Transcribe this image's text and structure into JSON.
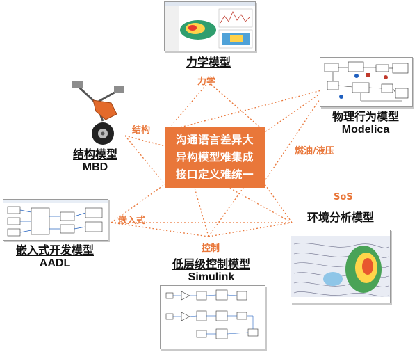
{
  "center": {
    "lines": [
      "沟通语言差异大",
      "异构模型难集成",
      "接口定义难统一"
    ]
  },
  "models": {
    "mechanics": {
      "zh": "力学模型"
    },
    "physical": {
      "zh": "物理行为模型",
      "en": "Modelica"
    },
    "structural": {
      "zh": "结构模型",
      "en": "MBD"
    },
    "embedded": {
      "zh": "嵌入式开发模型",
      "en": "AADL"
    },
    "control": {
      "zh": "低层级控制模型",
      "en": "Simulink"
    },
    "environment": {
      "zh": "环境分析模型"
    }
  },
  "edges": {
    "mechanics": "力学",
    "structural": "结构",
    "fuel": "燃油/液压",
    "sos": "SoS",
    "embedded": "嵌入式",
    "control": "控制"
  },
  "colors": {
    "accent": "#e9773a",
    "link": "#e9773a",
    "text": "#111111"
  }
}
